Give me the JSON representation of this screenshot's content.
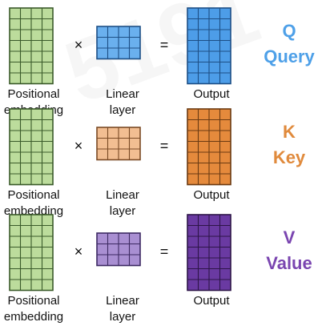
{
  "rows": [
    {
      "operator_times": "×",
      "operator_equals": "=",
      "left_label": [
        "Positional",
        "embedding"
      ],
      "middle_label": [
        "Linear",
        "layer"
      ],
      "right_label": "Output",
      "letter": "Q",
      "name": "Query",
      "colors": {
        "embedding_fill": "#bcdc9c",
        "embedding_stroke": "#3a5a2a",
        "linear_fill": "#6ab0ee",
        "linear_stroke": "#1d4f86",
        "output_fill": "#4d9de8",
        "output_stroke": "#1d4f86",
        "text": "#4ea0e8"
      }
    },
    {
      "operator_times": "×",
      "operator_equals": "=",
      "left_label": [
        "Positional",
        "embedding"
      ],
      "middle_label": [
        "Linear",
        "layer"
      ],
      "right_label": "Output",
      "letter": "K",
      "name": "Key",
      "colors": {
        "embedding_fill": "#bcdc9c",
        "embedding_stroke": "#3a5a2a",
        "linear_fill": "#f2be92",
        "linear_stroke": "#7a4a25",
        "output_fill": "#e58a3c",
        "output_stroke": "#6b3a12",
        "text": "#e08a3c"
      }
    },
    {
      "operator_times": "×",
      "operator_equals": "=",
      "left_label": [
        "Positional",
        "embedding"
      ],
      "middle_label": [
        "Linear",
        "layer"
      ],
      "right_label": "Output",
      "letter": "V",
      "name": "Value",
      "colors": {
        "embedding_fill": "#bcdc9c",
        "embedding_stroke": "#3a5a2a",
        "linear_fill": "#a98fd2",
        "linear_stroke": "#3d2a63",
        "output_fill": "#6a3aa2",
        "output_stroke": "#2d1548",
        "text": "#7a45b0"
      }
    }
  ],
  "watermark": "5191"
}
